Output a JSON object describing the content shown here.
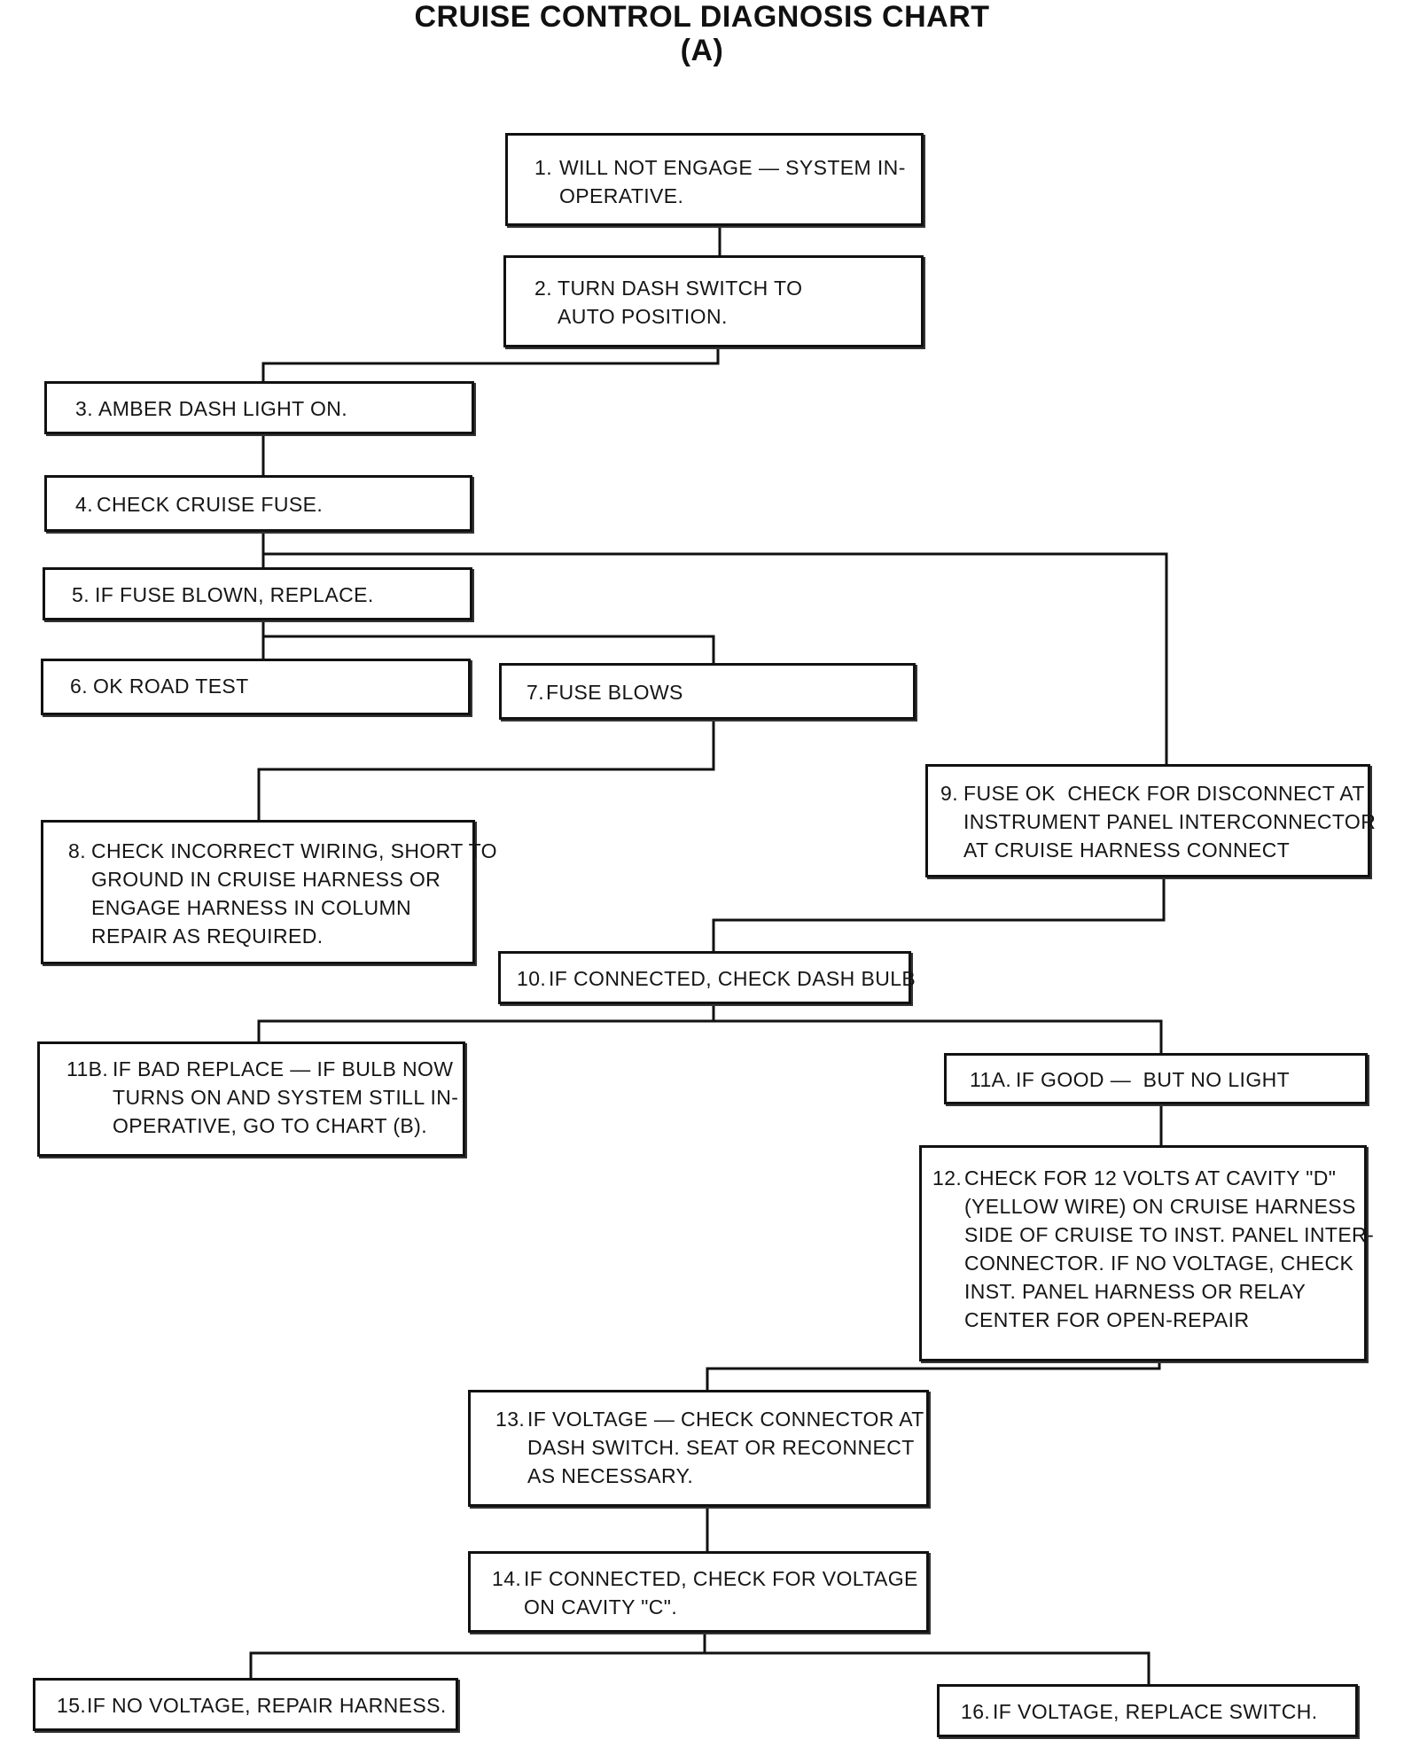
{
  "title": "CRUISE CONTROL DIAGNOSIS CHART",
  "subtitle": "(A)",
  "steps": {
    "s1": {
      "num": "1.",
      "text": "WILL NOT ENGAGE — SYSTEM IN-\nOPERATIVE."
    },
    "s2": {
      "num": "2.",
      "text": "TURN DASH SWITCH TO\nAUTO POSITION."
    },
    "s3": {
      "num": "3.",
      "text": "AMBER DASH LIGHT ON."
    },
    "s4": {
      "num": "4.",
      "text": "CHECK CRUISE FUSE."
    },
    "s5": {
      "num": "5.",
      "text": "IF FUSE BLOWN, REPLACE."
    },
    "s6": {
      "num": "6.",
      "text": "OK ROAD TEST"
    },
    "s7": {
      "num": "7.",
      "text": "FUSE BLOWS"
    },
    "s8": {
      "num": "8.",
      "text": "CHECK INCORRECT WIRING, SHORT TO\nGROUND IN CRUISE HARNESS OR\nENGAGE HARNESS IN COLUMN\nREPAIR AS REQUIRED."
    },
    "s9": {
      "num": "9.",
      "text": "FUSE OK  CHECK FOR DISCONNECT AT\nINSTRUMENT PANEL INTERCONNECTOR\nAT CRUISE HARNESS CONNECT"
    },
    "s10": {
      "num": "10.",
      "text": "IF CONNECTED, CHECK DASH BULB"
    },
    "s11b": {
      "num": "11B.",
      "text": "IF BAD REPLACE — IF BULB NOW\nTURNS ON AND SYSTEM STILL IN-\nOPERATIVE, GO TO CHART (B)."
    },
    "s11a": {
      "num": "11A.",
      "text": "IF GOOD —  BUT NO LIGHT"
    },
    "s12": {
      "num": "12.",
      "text": "CHECK FOR 12 VOLTS AT CAVITY \"D\"\n(YELLOW WIRE) ON CRUISE HARNESS\nSIDE OF CRUISE TO INST. PANEL INTER-\nCONNECTOR. IF NO VOLTAGE, CHECK\nINST. PANEL HARNESS OR RELAY\nCENTER FOR OPEN-REPAIR"
    },
    "s13": {
      "num": "13.",
      "text": "IF VOLTAGE — CHECK CONNECTOR AT\nDASH SWITCH. SEAT OR RECONNECT\nAS NECESSARY."
    },
    "s14": {
      "num": "14.",
      "text": "IF CONNECTED, CHECK FOR VOLTAGE\nON CAVITY \"C\"."
    },
    "s15": {
      "num": "15.",
      "text": "IF NO VOLTAGE, REPAIR HARNESS."
    },
    "s16": {
      "num": "16.",
      "text": "IF VOLTAGE, REPLACE SWITCH."
    }
  }
}
